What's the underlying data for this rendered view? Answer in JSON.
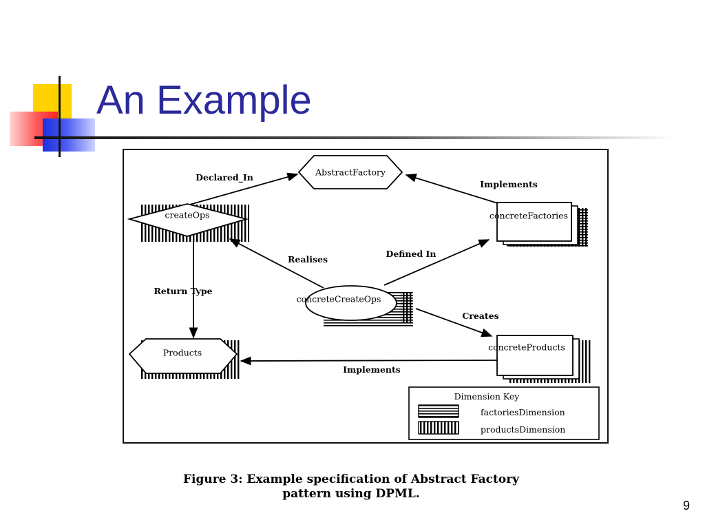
{
  "slide": {
    "title": "An Example",
    "page_number": "9",
    "title_color": "#2a2a9c"
  },
  "figure": {
    "caption_line1": "Figure 3: Example specification of Abstract Factory",
    "caption_line2": "pattern using DPML.",
    "nodes": {
      "abstract_factory": "AbstractFactory",
      "create_ops": "createOps",
      "concrete_factories": "concreteFactories",
      "concrete_create_ops": "concreteCreateOps",
      "products": "Products",
      "concrete_products": "concreteProducts"
    },
    "edges": {
      "declared_in": "Declared_In",
      "implements_top": "Implements",
      "realises": "Realises",
      "defined_in": "Defined In",
      "return_type": "Return Type",
      "creates": "Creates",
      "implements_bottom": "Implements"
    },
    "key": {
      "title": "Dimension Key",
      "factories": "factoriesDimension",
      "products": "productsDimension"
    }
  }
}
